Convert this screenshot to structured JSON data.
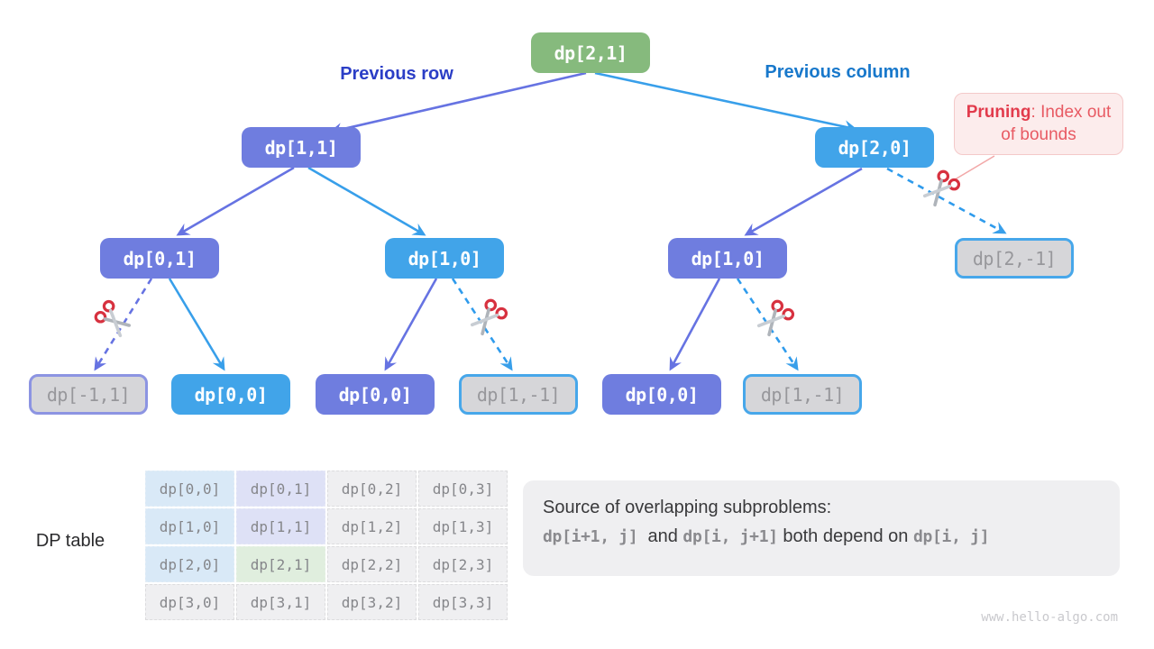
{
  "tree": {
    "branch_labels": {
      "left": "Previous row",
      "right": "Previous column"
    },
    "nodes": [
      {
        "label": "dp[2,1]",
        "kind": "green",
        "role": "root"
      },
      {
        "label": "dp[1,1]",
        "kind": "purple"
      },
      {
        "label": "dp[2,0]",
        "kind": "blue"
      },
      {
        "label": "dp[0,1]",
        "kind": "purple"
      },
      {
        "label": "dp[1,0]",
        "kind": "blue"
      },
      {
        "label": "dp[1,0]",
        "kind": "purple"
      },
      {
        "label": "dp[2,-1]",
        "kind": "pruned-blue"
      },
      {
        "label": "dp[-1,1]",
        "kind": "pruned-purple"
      },
      {
        "label": "dp[0,0]",
        "kind": "blue"
      },
      {
        "label": "dp[0,0]",
        "kind": "purple"
      },
      {
        "label": "dp[1,-1]",
        "kind": "pruned-blue"
      },
      {
        "label": "dp[0,0]",
        "kind": "purple"
      },
      {
        "label": "dp[1,-1]",
        "kind": "pruned-blue"
      }
    ],
    "callout": {
      "title": "Pruning",
      "rest": ": Index out of bounds"
    }
  },
  "dp_table": {
    "label": "DP table",
    "cells": [
      {
        "label": "dp[0,0]",
        "highlight": "blue"
      },
      {
        "label": "dp[0,1]",
        "highlight": "purple"
      },
      {
        "label": "dp[0,2]",
        "highlight": "plain"
      },
      {
        "label": "dp[0,3]",
        "highlight": "plain"
      },
      {
        "label": "dp[1,0]",
        "highlight": "blue"
      },
      {
        "label": "dp[1,1]",
        "highlight": "purple"
      },
      {
        "label": "dp[1,2]",
        "highlight": "plain"
      },
      {
        "label": "dp[1,3]",
        "highlight": "plain"
      },
      {
        "label": "dp[2,0]",
        "highlight": "blue"
      },
      {
        "label": "dp[2,1]",
        "highlight": "green"
      },
      {
        "label": "dp[2,2]",
        "highlight": "plain"
      },
      {
        "label": "dp[2,3]",
        "highlight": "plain"
      },
      {
        "label": "dp[3,0]",
        "highlight": "plain"
      },
      {
        "label": "dp[3,1]",
        "highlight": "plain"
      },
      {
        "label": "dp[3,2]",
        "highlight": "plain"
      },
      {
        "label": "dp[3,3]",
        "highlight": "plain"
      }
    ]
  },
  "note": {
    "line1": "Source of overlapping subproblems:",
    "segments": [
      {
        "text": "dp[i+1, j]"
      },
      {
        "text": "  and "
      },
      {
        "text": "dp[i, j+1]"
      },
      {
        "text": " both depend on "
      },
      {
        "text": "dp[i, j]"
      }
    ]
  },
  "watermark": "www.hello-algo.com",
  "colors": {
    "node_green": "#86BA7D",
    "node_purple": "#6F7DDF",
    "node_blue": "#41A4E9",
    "pruned_fill": "#D6D6D9",
    "edge_purple": "#6673E2",
    "edge_blue": "#389FEA",
    "label_row_blue": "#2B3EC6",
    "label_col_blue": "#1878CB",
    "pruning_red": "#E23B4C",
    "table_blue": "#D9E9F7",
    "table_purple": "#DEE1F6",
    "table_green": "#E0EEDE",
    "note_bg": "#EFEFF1"
  }
}
